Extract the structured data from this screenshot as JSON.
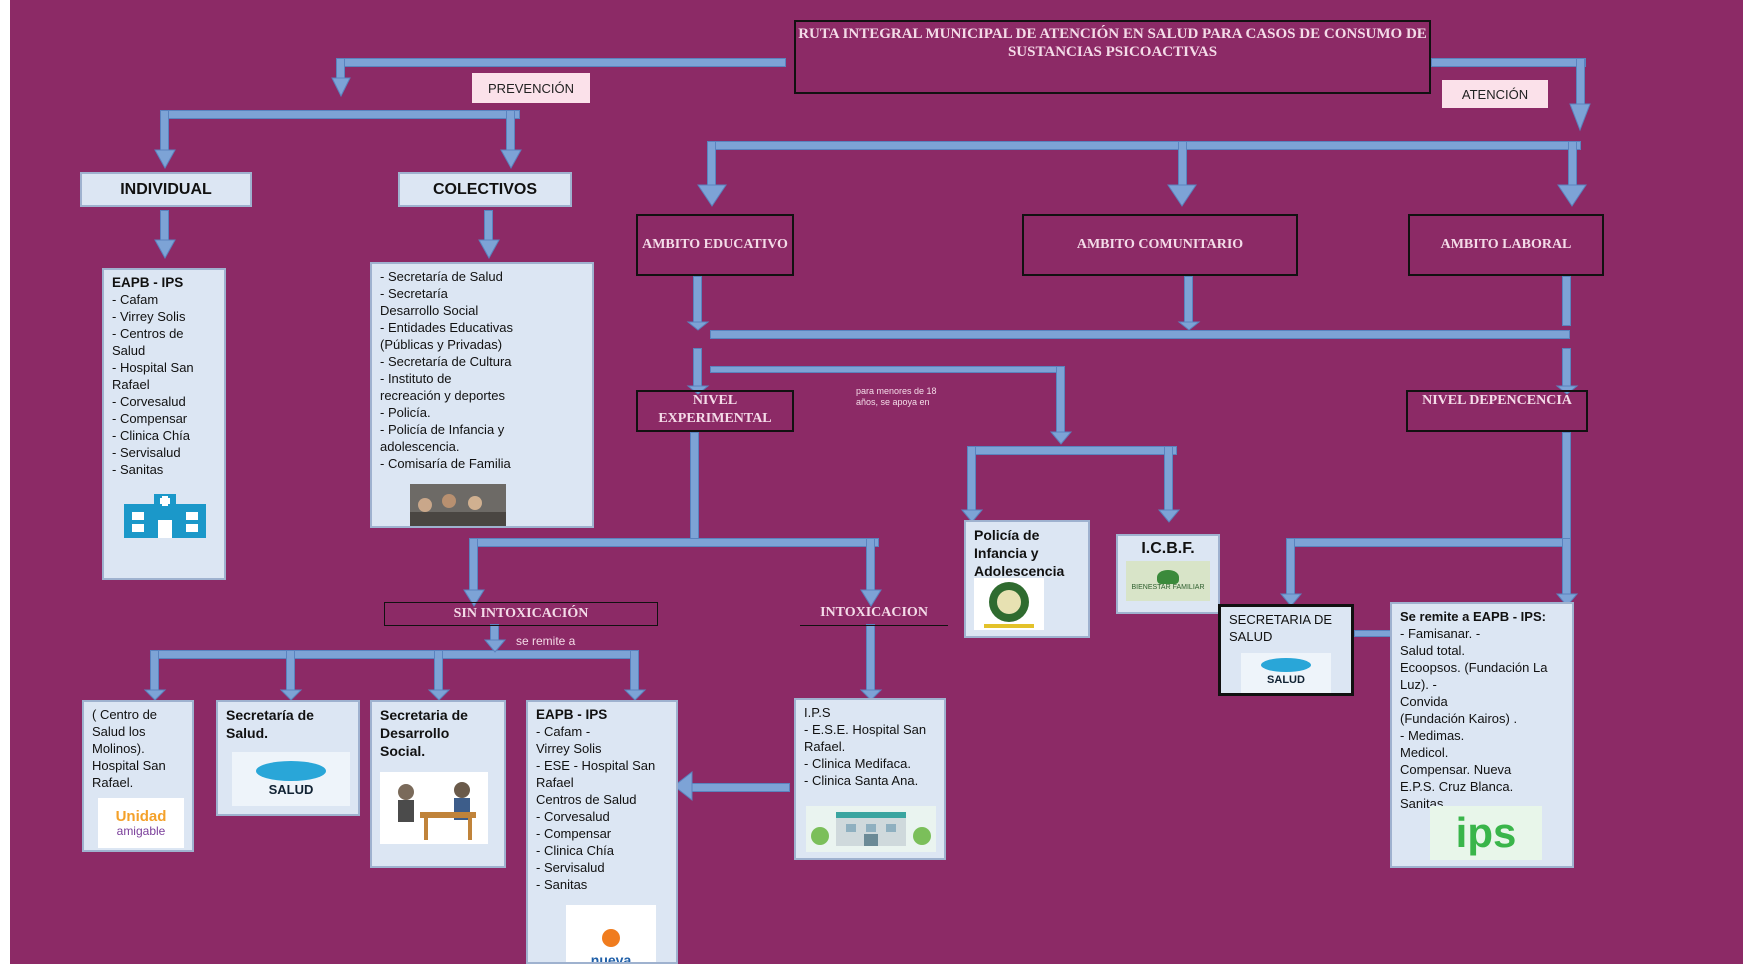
{
  "title": "RUTA INTEGRAL MUNICIPAL DE ATENCIÓN EN SALUD PARA CASOS DE CONSUMO DE SUSTANCIAS PSICOACTIVAS",
  "labels": {
    "prevencion": "PREVENCIÓN",
    "atencion": "ATENCIÓN"
  },
  "prevention": {
    "individual": "INDIVIDUAL",
    "colectivos": "COLECTIVOS",
    "eapb_title": "EAPB - IPS",
    "eapb_list": "- Cafam\n- Virrey Solis\n- Centros de Salud\n- Hospital San Rafael\n- Corvesalud\n- Compensar\n- Clinica Chía\n- Servisalud\n- Sanitas",
    "colectivos_list": "- Secretaría de Salud\n- Secretaría\n   Desarrollo Social\n- Entidades Educativas\n   (Públicas y Privadas)\n- Secretaría de Cultura\n- Instituto de\n  recreación y deportes\n- Policía.\n- Policía de Infancia y adolescencia.\n- Comisaría de Familia"
  },
  "attention": {
    "ambito_educativo": "AMBITO EDUCATIVO",
    "ambito_comunitario": "AMBITO COMUNITARIO",
    "ambito_laboral": "AMBITO LABORAL",
    "nivel_experimental": "NIVEL EXPERIMENTAL",
    "nivel_dependencia": "NIVEL DEPENCENCIA",
    "menores_note": "para menores de 18 años, se apoya en",
    "policia_infancia": "Policía de Infancia y Adolescencia",
    "icbf": "I.C.B.F.",
    "sin_intoxicacion": "SIN INTOXICACIÓN",
    "se_remite_a": "se remite a",
    "intoxicacion": "INTOXICACION",
    "secretaria_salud_box": "SECRETARIA DE SALUD",
    "eps_title": "Se remite a EAPB - IPS:",
    "eps_list": "- Famisanar.               -\nSalud total.\nEcoopsos. (Fundación La Luz).                    -\nConvida\n(Fundación Kairos) .\n-  Medimas.\nMedicol.\nCompensar.      Nueva\nE.P.S.       Cruz Blanca.\nSanitas"
  },
  "bottom": {
    "centro_salud": "( Centro de Salud los Molinos).\nHospital San Rafael.",
    "secretaria_salud": "Secretaría de Salud.",
    "secretaria_desarrollo": "Secretaria de Desarrollo Social.",
    "eapb2_title": "EAPB - IPS",
    "eapb2_list": "-  Cafam                  -\nVirrey Solis\n- ESE - Hospital San Rafael\nCentros de Salud\n- Corvesalud\n- Compensar\n- Clinica Chía\n- Servisalud\n- Sanitas",
    "ips_list": "I.P.S\n- E.S.E. Hospital San Rafael.\n- Clinica Medifaca.\n- Clinica Santa Ana."
  },
  "logos": {
    "salud": "SALUD",
    "ips": "ips",
    "unidad": "Unidad",
    "amigable": "amigable",
    "bienestar": "BIENESTAR FAMILIAR",
    "nueva": "nueva"
  },
  "colors": {
    "background": "#8c2a66",
    "box": "#dce6f3",
    "connector": "#7da3d6",
    "label_bg": "#fbe1ea"
  }
}
